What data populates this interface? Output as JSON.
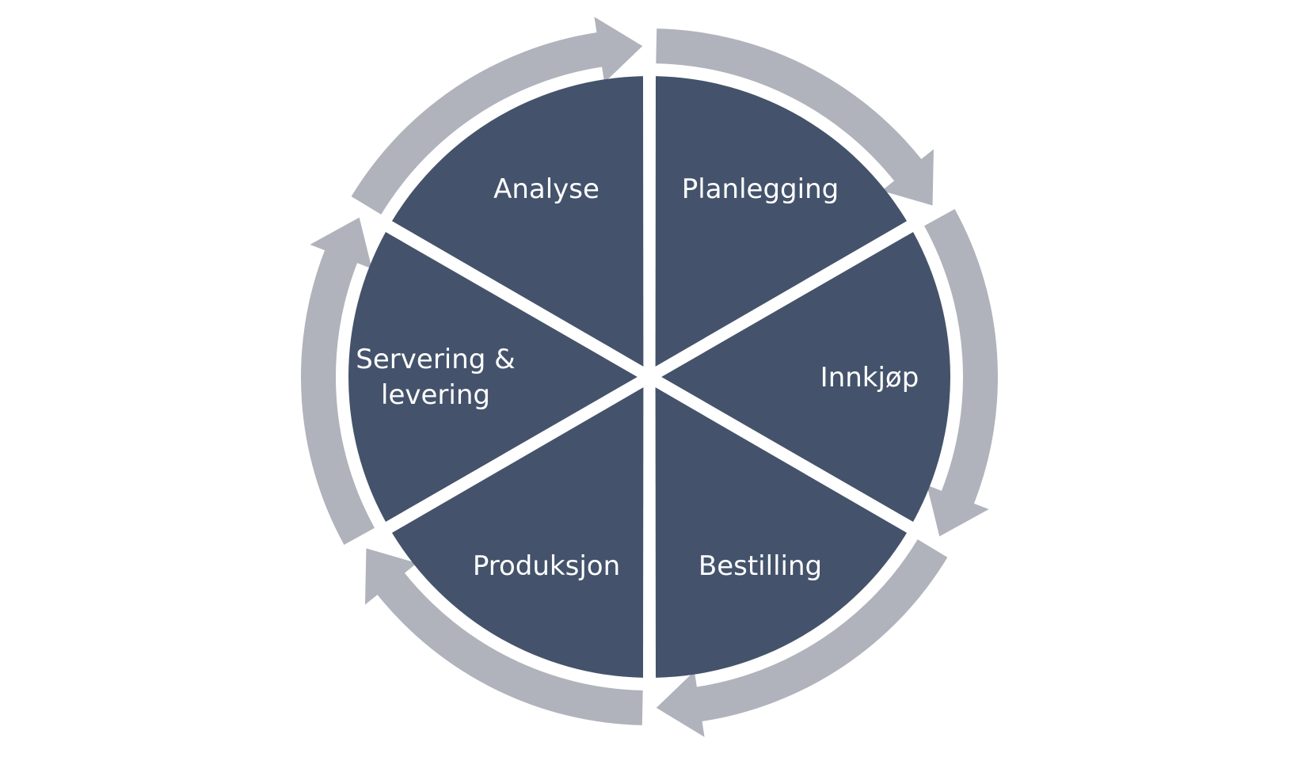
{
  "diagram": {
    "type": "cycle",
    "colors": {
      "segment": "#44536b",
      "arrow": "#b0b3bb",
      "background": "#ffffff",
      "text": "#ffffff"
    },
    "segments": [
      {
        "label": "Analyse"
      },
      {
        "label": "Planlegging"
      },
      {
        "label": "Innkjøp"
      },
      {
        "label": "Bestilling"
      },
      {
        "label": "Produksjon"
      },
      {
        "label": "Servering &",
        "label2": "levering"
      }
    ]
  }
}
